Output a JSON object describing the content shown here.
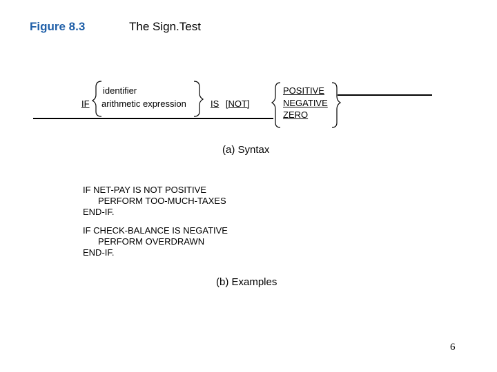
{
  "figure": {
    "label": "Figure 8.3",
    "title": "The Sign.Test"
  },
  "syntax": {
    "keyword_if": "IF",
    "operand_options": [
      "identifier",
      "arithmetic expression"
    ],
    "keyword_is": "IS",
    "optional_not": "[NOT]",
    "sign_options": [
      "POSITIVE",
      "NEGATIVE",
      "ZERO"
    ],
    "caption": "(a)  Syntax"
  },
  "examples": {
    "example1": [
      "IF NET-PAY IS NOT POSITIVE",
      "PERFORM TOO-MUCH-TAXES",
      "END-IF."
    ],
    "example2": [
      "IF CHECK-BALANCE  IS NEGATIVE",
      "PERFORM OVERDRAWN",
      "END-IF."
    ],
    "caption": "(b)  Examples"
  },
  "page_number": "6"
}
